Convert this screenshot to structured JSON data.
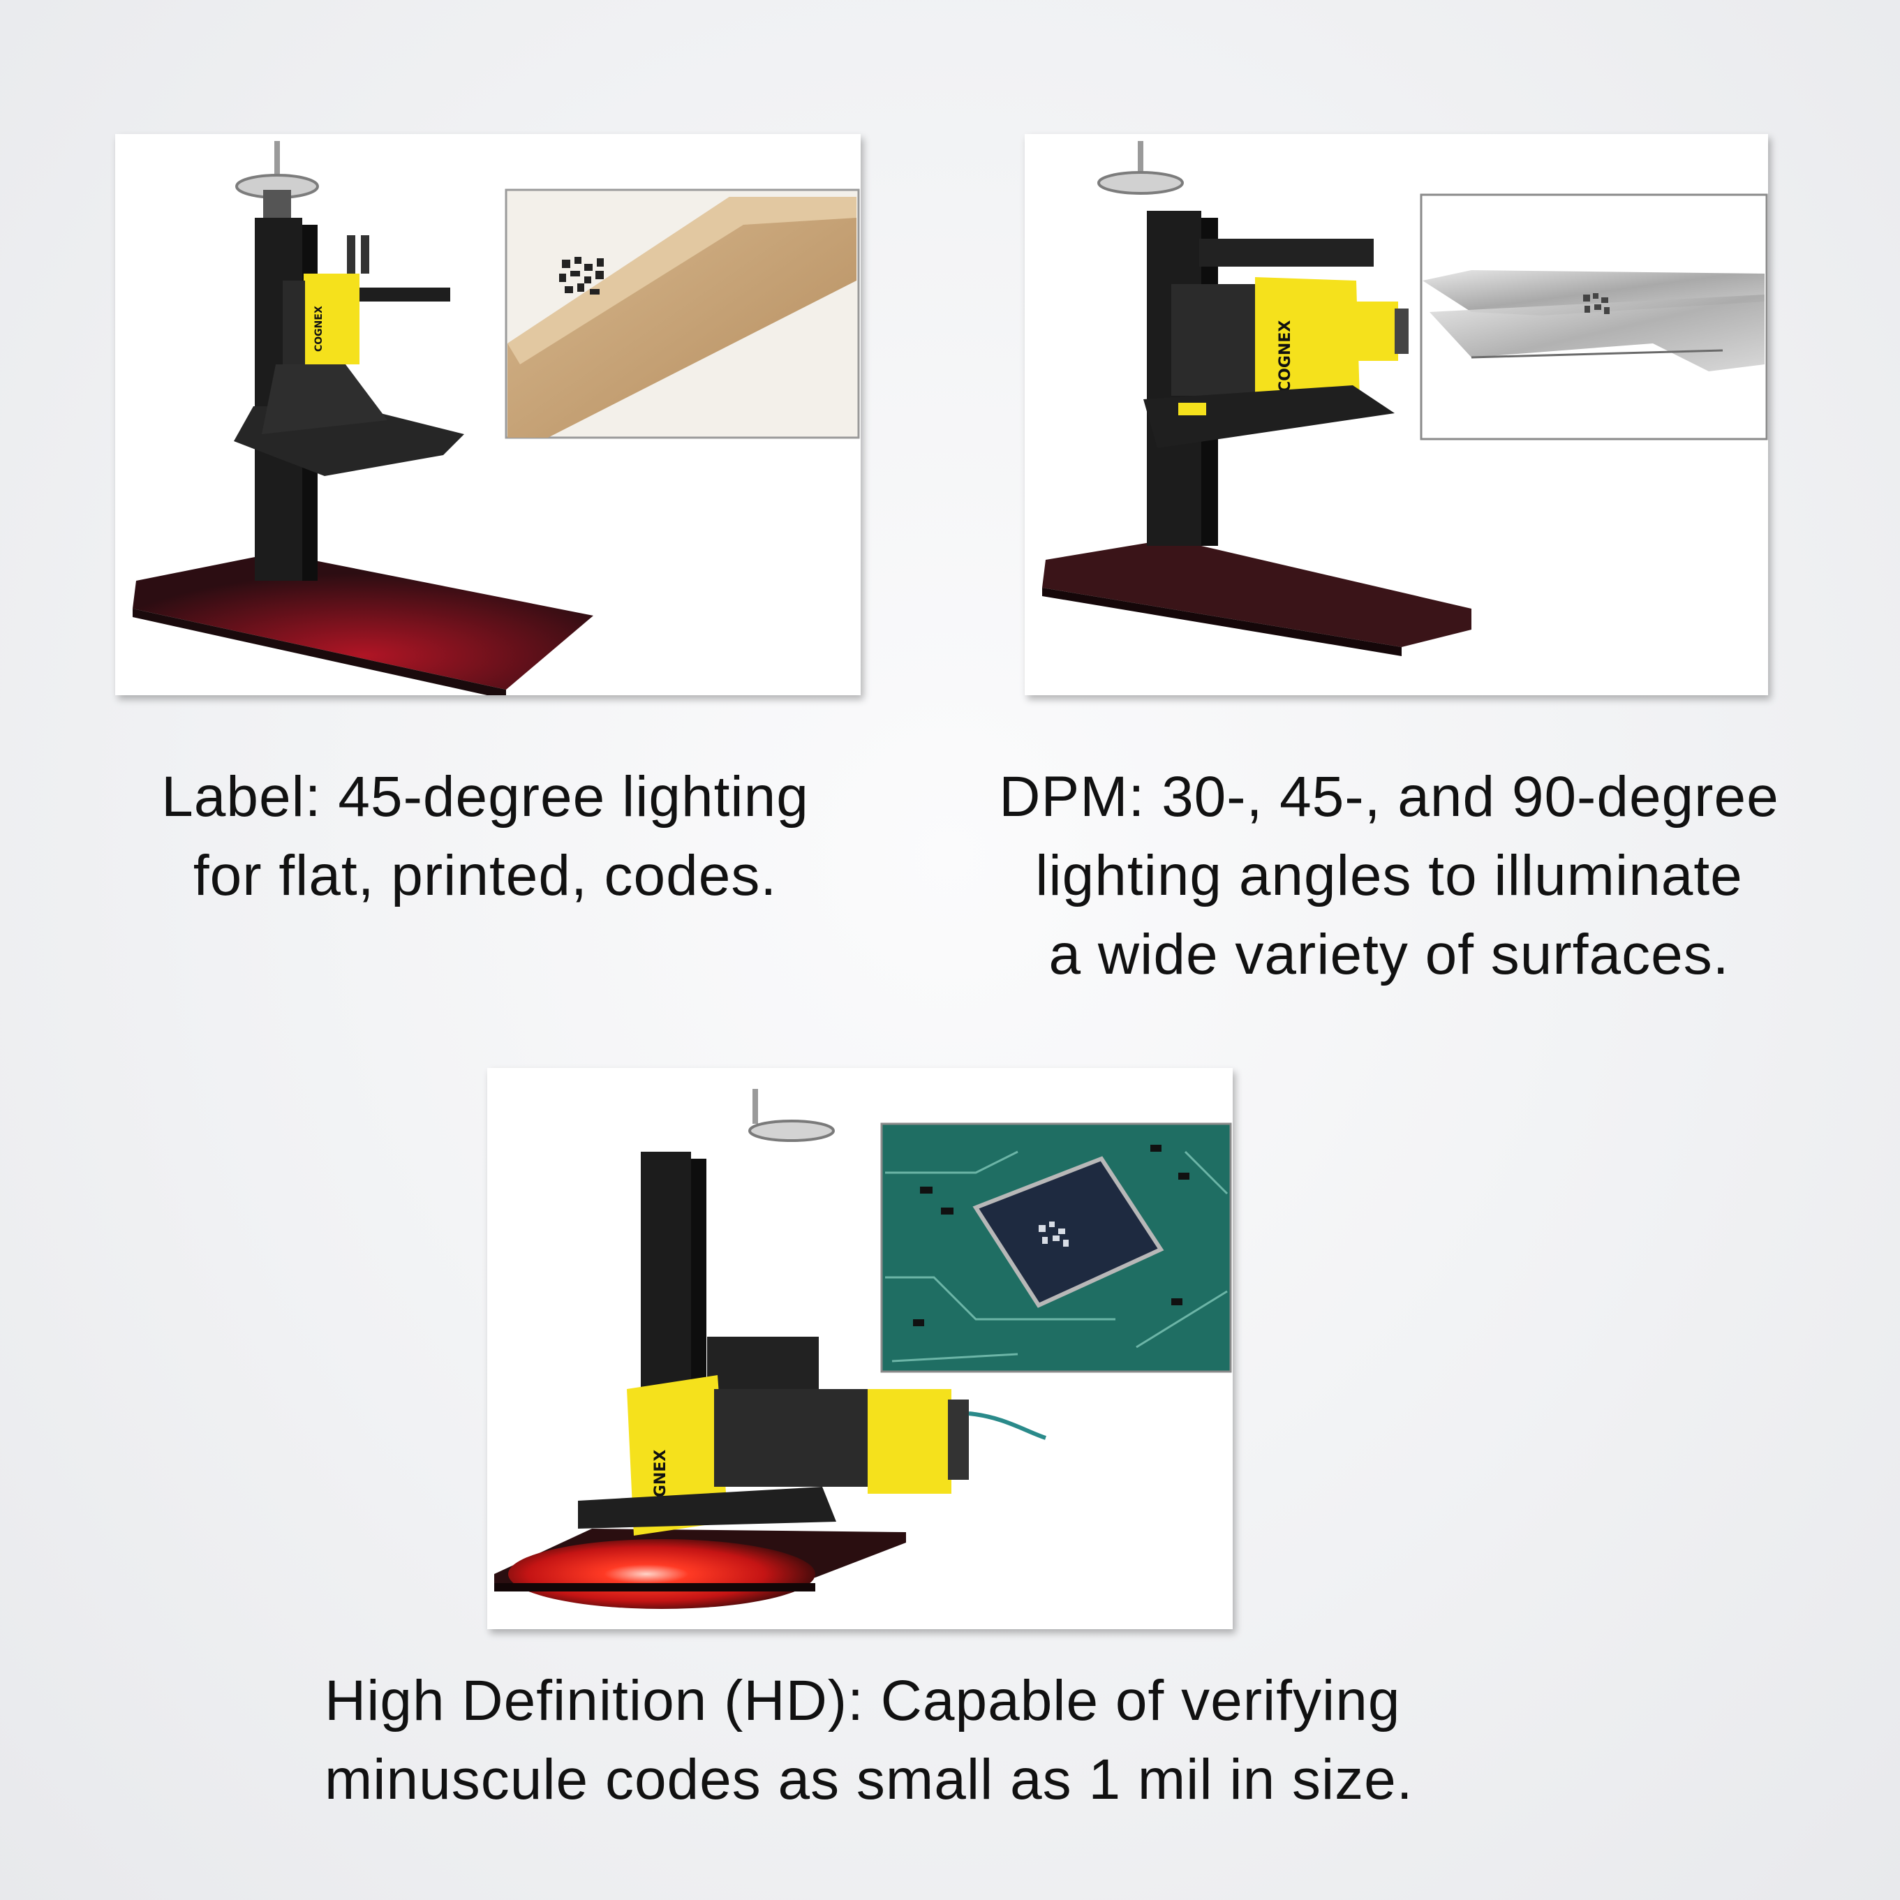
{
  "panels": {
    "label": {
      "caption_lines": [
        "Label: 45-degree lighting",
        "for flat, printed, codes."
      ],
      "brand": "COGNEX"
    },
    "dpm": {
      "caption_lines": [
        "DPM: 30-, 45-, and 90-degree",
        "lighting angles to illuminate",
        "a wide variety of surfaces."
      ],
      "brand": "COGNEX"
    },
    "hd": {
      "caption_lines": [
        "High Definition (HD): Capable of verifying",
        "minuscule codes as small as 1 mil in size."
      ],
      "brand": "COGNEX"
    }
  },
  "colors": {
    "camera_yellow": "#f5e11c",
    "stand_black": "#1c1c1c",
    "base_plate": "#3a1418",
    "red_light": "#ff2a1e",
    "cardboard": "#c9a57a",
    "pcb_green": "#1f6e63"
  }
}
